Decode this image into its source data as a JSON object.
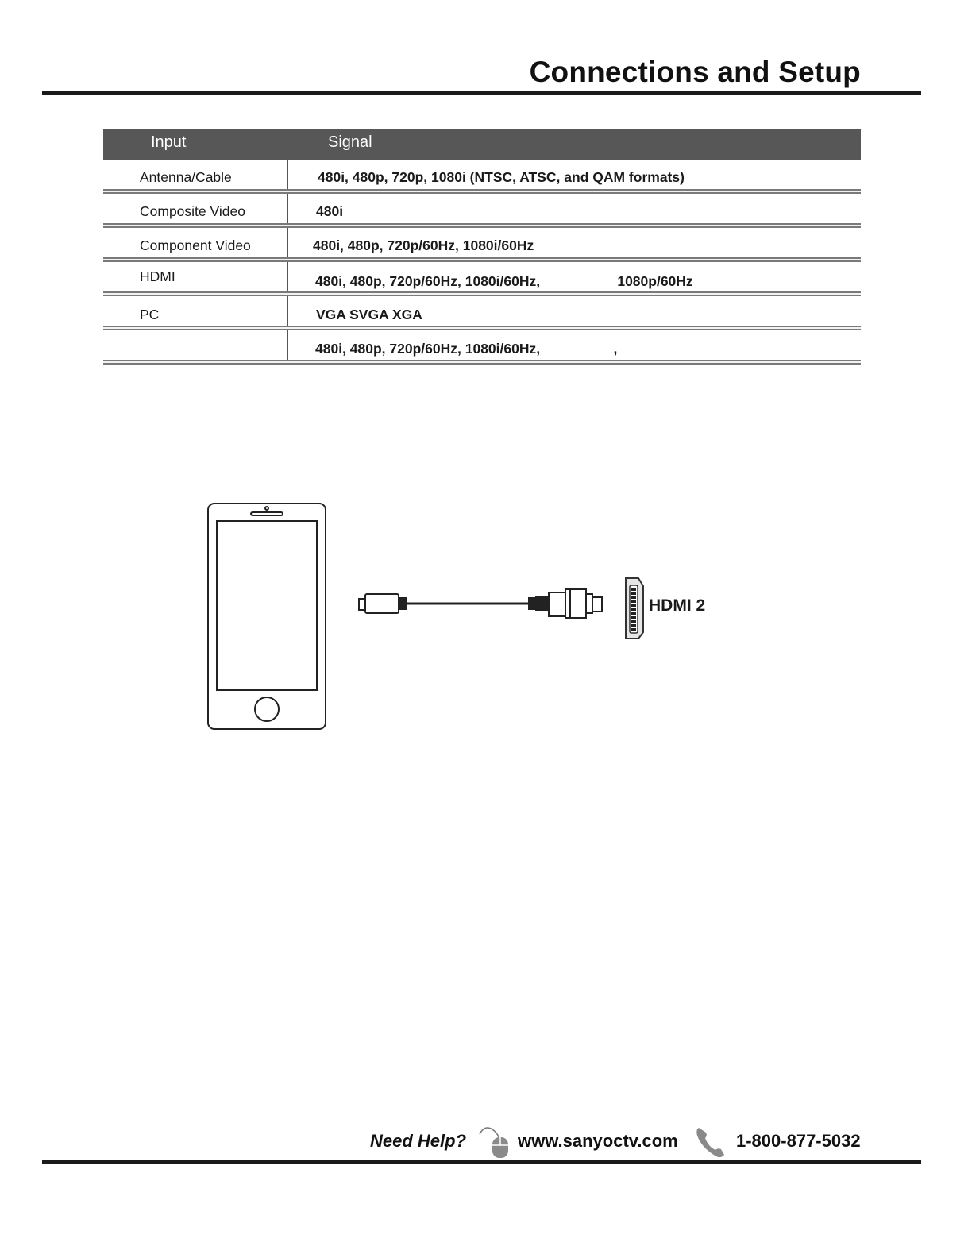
{
  "page": {
    "title": "Connections and Setup"
  },
  "table": {
    "headers": {
      "input": "Input",
      "signal": "Signal"
    },
    "rows": [
      {
        "input": "Antenna/Cable",
        "signal": "480i, 480p, 720p, 1080i (NTSC, ATSC, and QAM formats)"
      },
      {
        "input": "Composite Video",
        "signal": "480i"
      },
      {
        "input": "Component  Video",
        "signal": "480i, 480p, 720p/60Hz, 1080i/60Hz"
      },
      {
        "input": "HDMI",
        "signal": "480i, 480p, 720p/60Hz, 1080i/60Hz,                    1080p/60Hz"
      },
      {
        "input": "PC",
        "signal": "VGA SVGA XGA"
      },
      {
        "input": "",
        "signal": "480i, 480p, 720p/60Hz, 1080i/60Hz,                   ,"
      }
    ]
  },
  "diagram": {
    "port_label": "HDMI 2",
    "icons": [
      "smartphone-icon",
      "mhl-cable-icon",
      "hdmi-port-icon"
    ]
  },
  "footer": {
    "need_help": "Need Help?",
    "website": "www.sanyoctv.com",
    "phone": "1-800-877-5032",
    "icons": [
      "mouse-icon",
      "phone-icon"
    ]
  }
}
